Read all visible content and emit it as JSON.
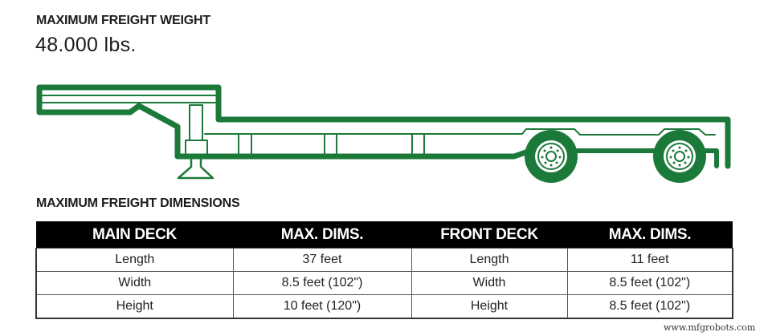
{
  "weight": {
    "title": "MAXIMUM FREIGHT WEIGHT",
    "value": "48.000 lbs."
  },
  "diagram": {
    "subject": "lowboy-trailer-side-view",
    "color": "#1b7a3a",
    "wheels": 2
  },
  "dimensions": {
    "title": "MAXIMUM FREIGHT DIMENSIONS",
    "headers": [
      "MAIN DECK",
      "MAX. DIMS.",
      "FRONT DECK",
      "MAX. DIMS."
    ],
    "rows": [
      [
        "Length",
        "37 feet",
        "Length",
        "11 feet"
      ],
      [
        "Width",
        "8.5 feet (102\")",
        "Width",
        "8.5 feet (102\")"
      ],
      [
        "Height",
        "10 feet (120\")",
        "Height",
        "8.5 feet (102\")"
      ]
    ]
  },
  "watermark": "www.mfgrobots.com",
  "colors": {
    "trailer_green": "#1b7a3a",
    "header_bg": "#000000",
    "header_text": "#ffffff"
  }
}
